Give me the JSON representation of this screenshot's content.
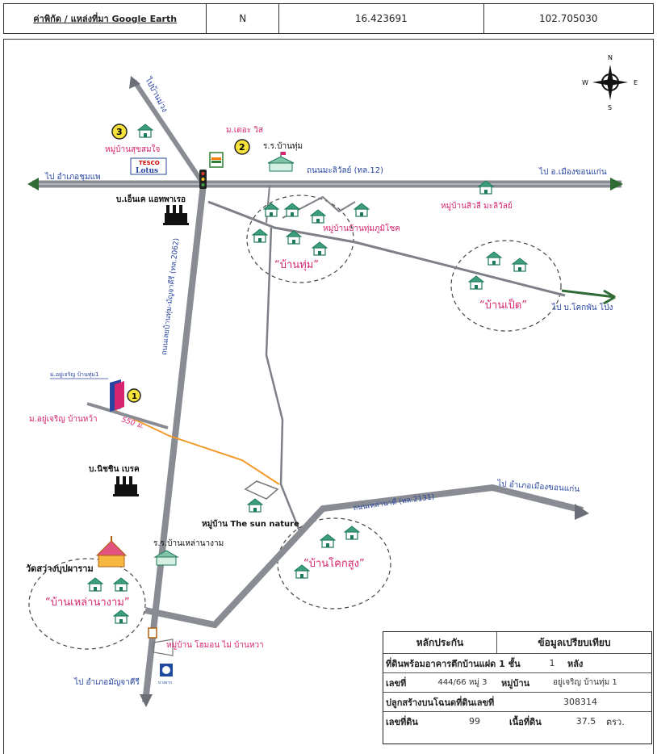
{
  "header": {
    "title": "ค่าพิกัด / แหล่งที่มา Google Earth",
    "n_label": "N",
    "lat": "16.423691",
    "lon": "102.705030"
  },
  "compass": {
    "n": "N",
    "s": "S",
    "e": "E",
    "w": "W"
  },
  "roads": {
    "main_road": "ถนนมะลิวัลย์ (ทล.12)",
    "west_dest": "ไป อำเภอชุมแพ",
    "east_dest": "ไป อ.เมืองขอนแก่น",
    "north_dest": "ไปบ้านม่วง",
    "vertical_road": "ถนนเลยบ้านทุ่ม-มัญจาคีรี (ทล.2062)",
    "right_road_dest": "ไป บ.โคกพัน โป่ง",
    "lower_road": "ถนนเหล่านาดี (ทล.2131)",
    "lower_road_dest": "ไป อำเภอเมืองขอนแก่น",
    "south_dest": "ไป อำเภอมัญจาคีรี",
    "distance": "550 ม."
  },
  "labels": {
    "num3": "3",
    "num2": "2",
    "num1": "1",
    "village_suksom": "หมู่บ้านสุขสมใจ",
    "tesco": "TESCO",
    "lotus": "Lotus",
    "m_leaders": "ม.เดอะ วิส",
    "school_banthum": "ร.ร.บ้านทุ่ม",
    "bn_hn": "บ.เอ็นเค แอทพาเรอ",
    "village_phumichok": "หมู่บ้านบ้านทุ่มภูมิโชค",
    "village_siwalee": "หมู่บ้านสิวลี มะลิวัลย์",
    "ban_thum": "“บ้านทุ่ม”",
    "ban_pet": "“บ้านเป็ด”",
    "m_yoocharoen_small": "ม.อยู่เจริญ บ้านทุ่ม1",
    "m_yoocharoen": "ม.อยู่เจริญ บ้านหว้า",
    "b_nissin": "บ.นิชชิน เบรค",
    "village_sunnature": "หมู่บ้าน The sun nature",
    "school_banlao": "ร.ร.บ้านเหล่านางาม",
    "wat": "วัดสว่างบุปผาราม",
    "ban_lao": "“บ้านเหล่านางาม”",
    "ban_khoksung": "“บ้านโคกสูง”",
    "village_home": "หมู่บ้าน โฮมอน ไม่ บ้านหวา",
    "ptt": "บางจาก"
  },
  "info": {
    "collateral_header": "หลักประกัน",
    "compare_header": "ข้อมูลเปรียบเทียบ",
    "building_label": "ที่ดินพร้อมอาคารตึกบ้านแฝด 1 ชั้น",
    "building_count": "1",
    "building_unit": "หลัง",
    "no_label": "เลขที่",
    "no_value": "444/66 หมู่ 3",
    "village_label": "หมู่บ้าน",
    "village_value": "อยู่เจริญ บ้านทุ่ม 1",
    "deed_label": "ปลูกสร้างบนโฉนดที่ดินเลขที่",
    "deed_value": "308314",
    "land_no_label": "เลขที่ดิน",
    "land_no_value": "99",
    "area_label": "เนื้อที่ดิน",
    "area_value": "37.5",
    "area_unit": "ตรว."
  },
  "colors": {
    "road": "#8a8c94",
    "road_dark": "#6c6f78",
    "label_pink": "#d6246e",
    "label_blue": "#2845a0",
    "arrow_green": "#2f6b34",
    "orange_line": "#f39a2a",
    "badge": "#f5e23a"
  }
}
